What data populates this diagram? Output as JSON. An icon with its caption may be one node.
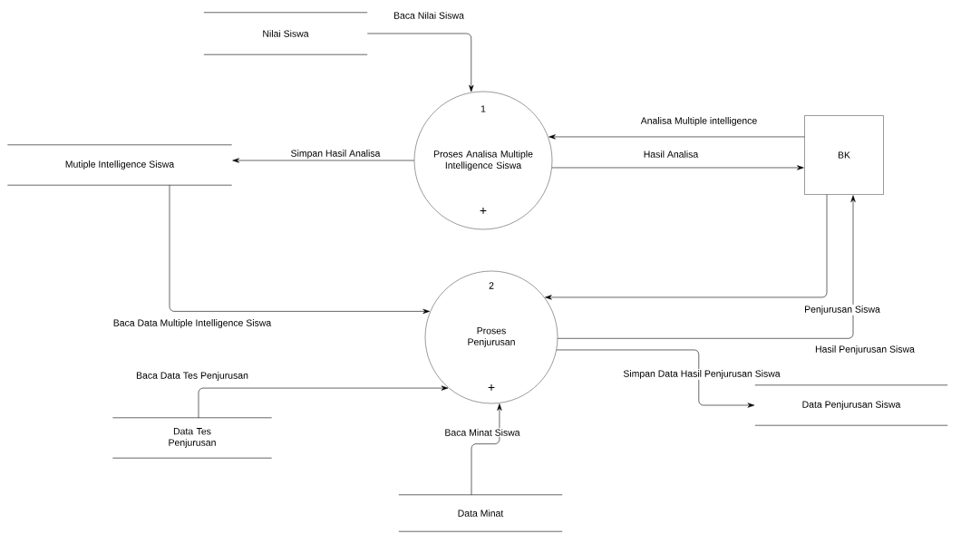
{
  "diagram": {
    "nodes": [
      {
        "text": [
          "Nilai Siswa"
        ]
      },
      {
        "text": [
          "1",
          "Proses Analisa Multiple Intelligence Siswa",
          "+"
        ]
      },
      {
        "text": [
          "Mutiple Intelligence Siswa"
        ]
      },
      {
        "text": [
          "BK"
        ]
      },
      {
        "text": [
          "2",
          "Proses Penjurusan",
          "+"
        ]
      },
      {
        "text": [
          "Data Tes Penjurusan"
        ]
      },
      {
        "text": [
          "Data Minat"
        ]
      },
      {
        "text": [
          "Data Penjurusan Siswa"
        ]
      }
    ],
    "edges": [
      {
        "from": 0,
        "to": 1,
        "arrow": "to",
        "label": "Baca Nilai Siswa"
      },
      {
        "from": 1,
        "to": 2,
        "arrow": "to",
        "label": "Simpan Hasil Analisa"
      },
      {
        "from": 3,
        "to": 1,
        "arrow": "to",
        "label": "Analisa Multiple intelligence"
      },
      {
        "from": 1,
        "to": 3,
        "arrow": "to",
        "label": "Hasil Analisa"
      },
      {
        "from": 2,
        "to": 4,
        "arrow": "to",
        "label": "Baca Data Multiple Intelligence Siswa"
      },
      {
        "from": 3,
        "to": 4,
        "arrow": "to",
        "label": "Penjurusan Siswa"
      },
      {
        "from": 4,
        "to": 3,
        "arrow": "to",
        "label": "Hasil Penjurusan Siswa"
      },
      {
        "from": 4,
        "to": 7,
        "arrow": "to",
        "label": "Simpan Data Hasil Penjurusan Siswa"
      },
      {
        "from": 5,
        "to": 4,
        "arrow": "to",
        "label": "Baca Data Tes Penjurusan"
      },
      {
        "from": 6,
        "to": 4,
        "arrow": "to",
        "label": "Baca Minat Siswa"
      }
    ]
  }
}
